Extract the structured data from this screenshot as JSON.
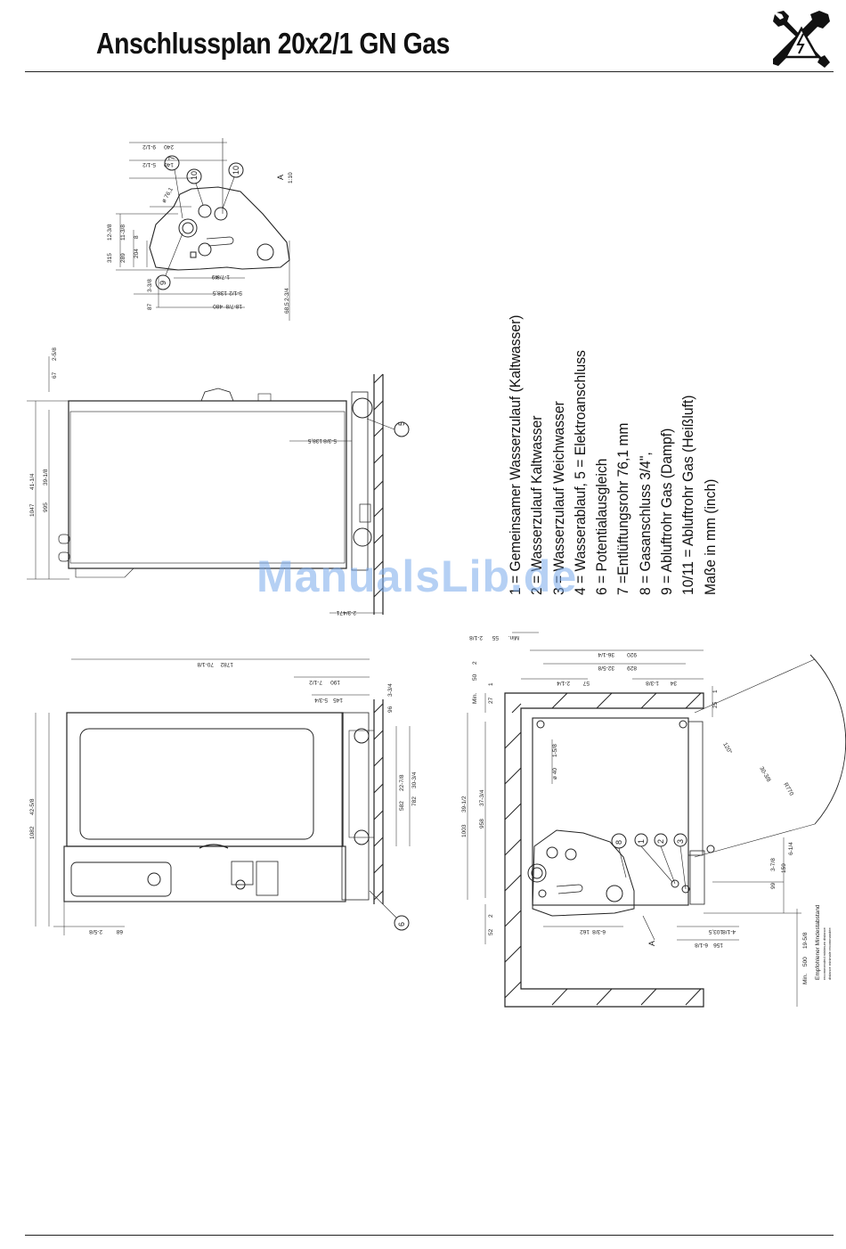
{
  "header": {
    "title": "Anschlussplan 20x2/1 GN Gas",
    "icon": "wrench-screwdriver-electric-hazard-icon"
  },
  "legend": {
    "lines": [
      "1 = Gemeinsamer Wasserzulauf (Kaltwasser)",
      "2 = Wasserzulauf Kaltwasser",
      "3 = Wasserzulauf Weichwasser",
      "4 = Wasserablauf, 5 = Elektroanschluss",
      "6 = Potentialausgleich",
      "7 =Entlüftungsrohr 76,1 mm",
      "8 = Gasanschluss 3/4\",",
      "9 = Abluftrohr Gas (Dampf)",
      "10/11 = Abluftrohr Gas (Heißluft)",
      "Maße in mm (inch)"
    ]
  },
  "watermark": "ManualsLib.de",
  "detail": {
    "label": "A",
    "scale": "1:10",
    "dims": [
      "240",
      "9-1/2",
      "140",
      "5-1/2",
      "315",
      "12-3/8",
      "289",
      "11-3/8",
      "204",
      "8",
      "87",
      "3-3/8",
      "49",
      "1-7/8",
      "138,5",
      "5-1/2",
      "480",
      "18-7/8",
      "68,5",
      "2-3/4",
      "ø 76,1"
    ],
    "callouts": [
      "7",
      "10",
      "10",
      "9"
    ]
  },
  "side_view": {
    "dims": [
      "67",
      "2-5/8",
      "1047",
      "41-1/4",
      "995",
      "39-1/8",
      "138,5",
      "5-3/8",
      "71",
      "2-3/4"
    ],
    "callouts": [
      "5"
    ]
  },
  "front_view": {
    "dims": [
      "1782",
      "70-1/8",
      "190",
      "7-1/2",
      "145",
      "5-3/4",
      "96",
      "3-3/4",
      "1082",
      "42-5/8",
      "582",
      "22-7/8",
      "782",
      "30-3/4",
      "68",
      "2-5/8"
    ],
    "callouts": [
      "6"
    ]
  },
  "top_view": {
    "dims": [
      "Min.",
      "55",
      "2-1/8",
      "920",
      "36-1/4",
      "829",
      "32-5/8",
      "57",
      "2-1/4",
      "34",
      "1-3/8",
      "Min.",
      "50",
      "2",
      "27",
      "1",
      "ø 40",
      "1-5/8",
      "1003",
      "39-1/2",
      "958",
      "37-3/4",
      "52",
      "2",
      "162",
      "6-3/8",
      "25",
      "1",
      "120°",
      "R770",
      "30-3/8",
      "6-1/4",
      "159",
      "3-7/8",
      "99",
      "103,5",
      "4-1/8",
      "156",
      "6-1/8",
      "Min.",
      "500",
      "19-5/8"
    ],
    "callouts": [
      "8",
      "1",
      "2",
      "3",
      "A"
    ],
    "note": "Empfohlener Mindestabstand",
    "note_sub": "recommended minimum distance",
    "note_sub2": "distance minimale recommandée"
  }
}
